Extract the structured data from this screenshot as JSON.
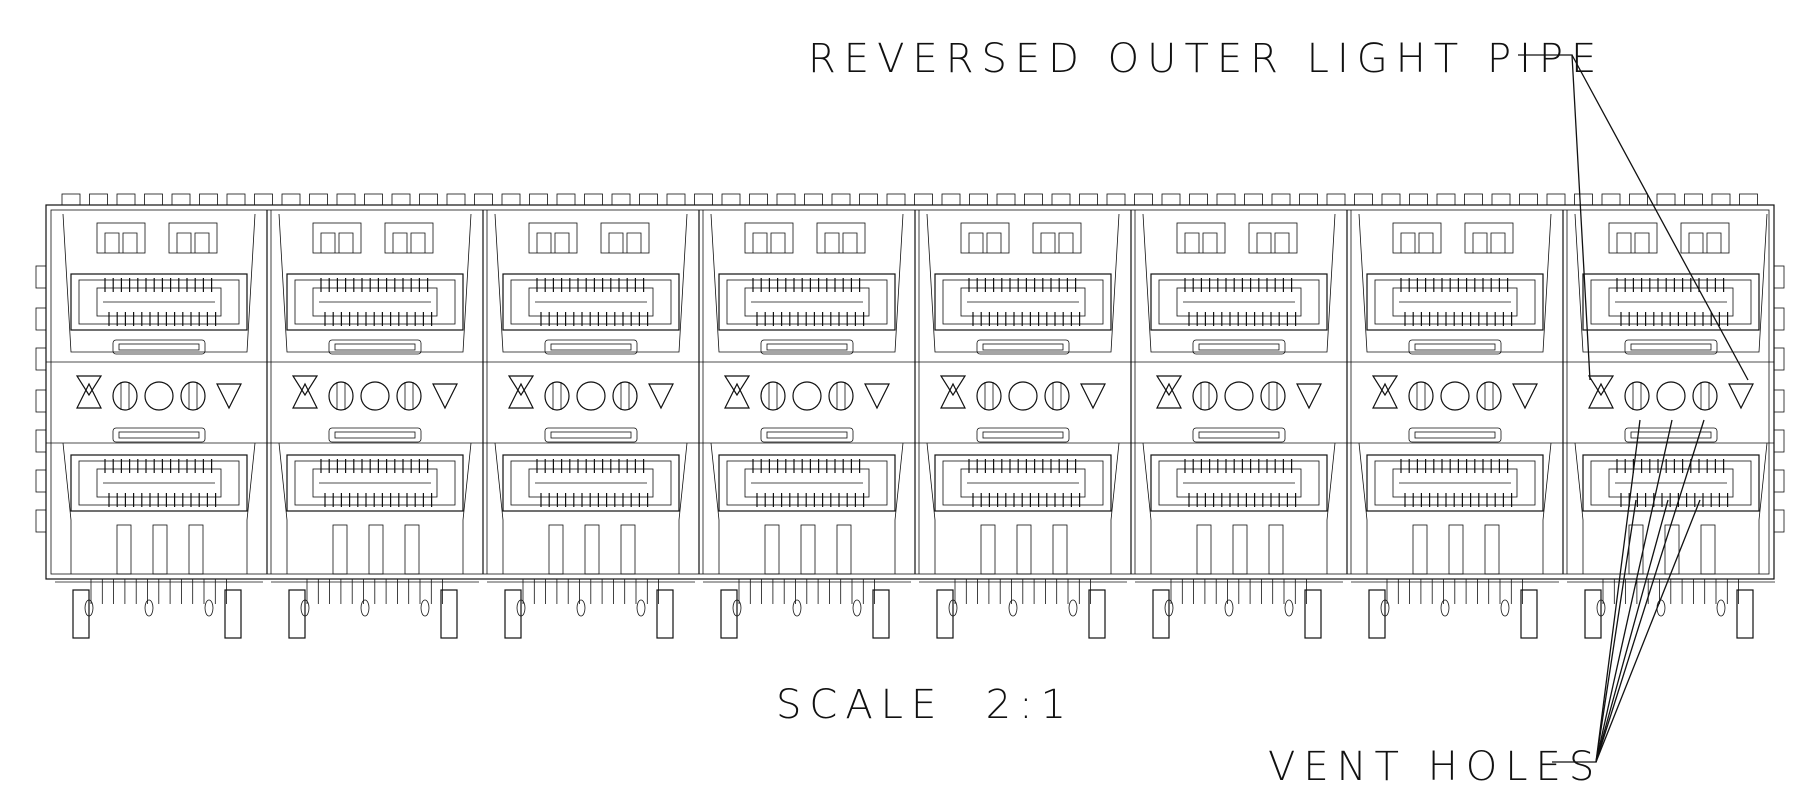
{
  "drawing": {
    "labels": {
      "reversed_outer_light_pipe": "REVERSED OUTER LIGHT PIPE",
      "vent_holes": "VENT HOLES",
      "scale": "SCALE  2:1"
    }
  }
}
